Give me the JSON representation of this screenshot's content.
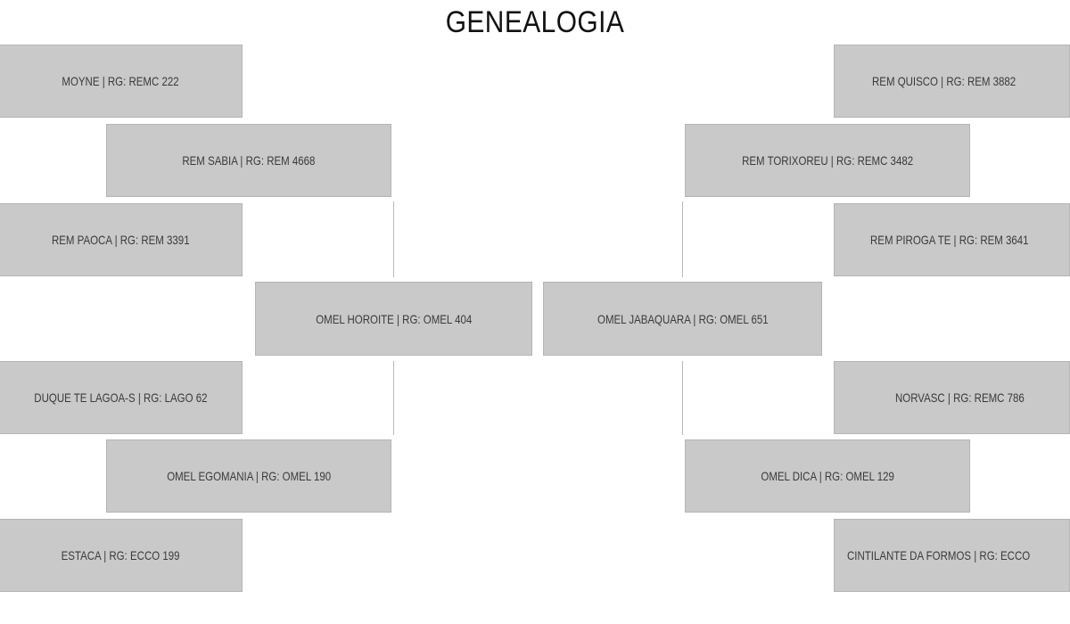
{
  "title": "GENEALOGIA",
  "colors": {
    "box_fill": "#c9c9c9",
    "box_border": "#b5b5b5",
    "box_text": "#3a3a3a",
    "connector": "#b9b9b9"
  },
  "tree": {
    "left": {
      "name": "OMEL HOROITE | RG: OMEL 404",
      "sire": {
        "name": "REM SABIA | RG: REM 4668",
        "sire": "MOYNE | RG: REMC 222",
        "dam": "REM PAOCA | RG: REM 3391"
      },
      "dam": {
        "name": "OMEL EGOMANIA | RG: OMEL 190",
        "sire": "DUQUE TE LAGOA-S | RG: LAGO 62",
        "dam": "ESTACA | RG: ECCO 199"
      }
    },
    "right": {
      "name": "OMEL JABAQUARA | RG: OMEL 651",
      "sire": {
        "name": "REM TORIXOREU | RG: REMC 3482",
        "sire": "REM QUISCO | RG: REM 3882",
        "dam": "REM PIROGA TE | RG: REM 3641"
      },
      "dam": {
        "name": "OMEL DICA | RG: OMEL 129",
        "sire": "NORVASC | RG: REMC 786",
        "dam": "CINTILANTE DA FORMOS | RG: ECCO"
      }
    }
  }
}
